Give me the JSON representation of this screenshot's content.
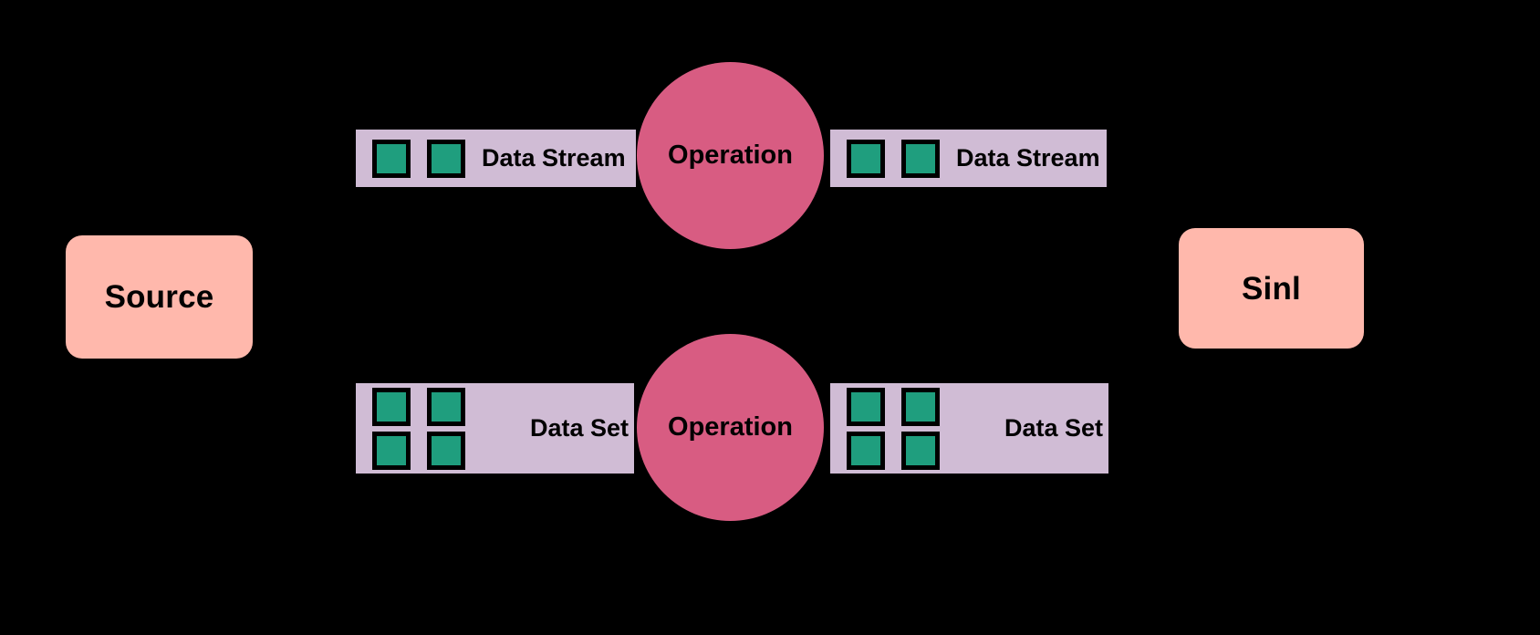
{
  "diagram": {
    "background_color": "#000000",
    "nodes": {
      "source": {
        "label": "Source",
        "color": "#FFB8AC",
        "shape": "rounded-rectangle"
      },
      "sink": {
        "label": "Sinl",
        "color": "#FFB8AC",
        "shape": "rounded-rectangle"
      },
      "operation_top": {
        "label": "Operation",
        "color": "#D85C82",
        "shape": "circle"
      },
      "operation_bottom": {
        "label": "Operation",
        "color": "#D85C82",
        "shape": "circle"
      }
    },
    "bars": [
      {
        "id": "data-stream-left",
        "label": "Data Stream",
        "bar_color": "#D0BCD5",
        "element_color": "#1F9E7E",
        "element_count": 2,
        "element_layout": "1x2",
        "row": "top",
        "side": "left"
      },
      {
        "id": "data-stream-right",
        "label": "Data Stream",
        "bar_color": "#D0BCD5",
        "element_color": "#1F9E7E",
        "element_count": 2,
        "element_layout": "1x2",
        "row": "top",
        "side": "right"
      },
      {
        "id": "data-set-left",
        "label": "Data Set",
        "bar_color": "#D0BCD5",
        "element_color": "#1F9E7E",
        "element_count": 4,
        "element_layout": "2x2",
        "row": "bottom",
        "side": "left"
      },
      {
        "id": "data-set-right",
        "label": "Data Set",
        "bar_color": "#D0BCD5",
        "element_color": "#1F9E7E",
        "element_count": 4,
        "element_layout": "2x2",
        "row": "bottom",
        "side": "right"
      }
    ]
  }
}
